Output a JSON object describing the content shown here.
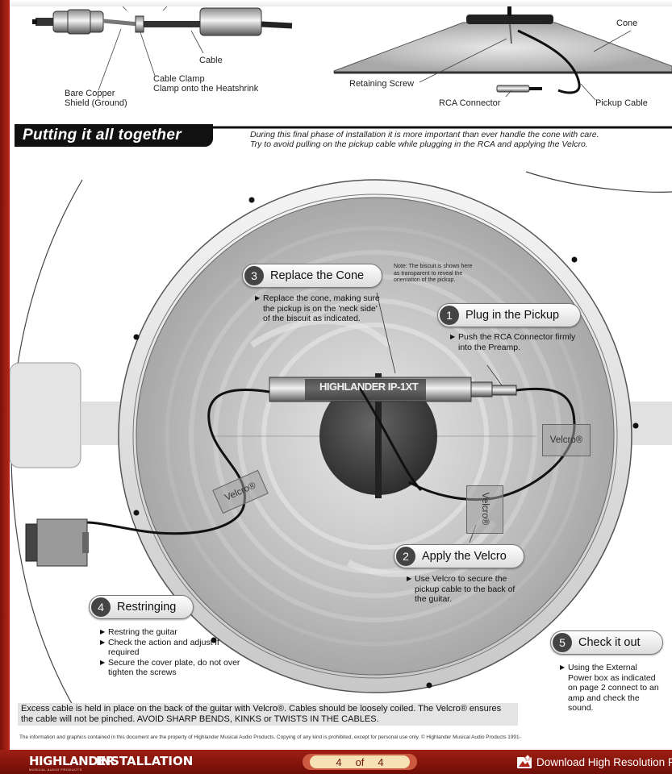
{
  "top_labels": {
    "cable": "Cable",
    "cable_clamp_1": "Cable Clamp",
    "cable_clamp_2": "Clamp onto the Heatshrink",
    "bare_copper_1": "Bare Copper",
    "bare_copper_2": "Shield (Ground)",
    "cone": "Cone",
    "retaining_screw": "Retaining Screw",
    "rca_connector": "RCA Connector",
    "pickup_cable": "Pickup Cable"
  },
  "section": {
    "title": "Putting it all together",
    "intro_1": "During this final phase of installation it is more important than ever handle the cone with care.",
    "intro_2": "Try to avoid pulling on the pickup cable while plugging in the RCA and applying the Velcro."
  },
  "note": {
    "line_1": "Note: The biscuit is shown here",
    "line_2": "as transparent to reveal the",
    "line_3": "orientation of the pickup."
  },
  "pickup_label": "HIGHLANDER IP-1XT",
  "steps": [
    {
      "num": "1",
      "title": "Plug in the Pickup",
      "bullets": [
        "Push the RCA Connector firmly into the Preamp."
      ]
    },
    {
      "num": "2",
      "title": "Apply the Velcro",
      "bullets": [
        "Use Velcro to secure the pickup cable to the back of the guitar."
      ]
    },
    {
      "num": "3",
      "title": "Replace the Cone",
      "bullets": [
        "Replace the cone, making sure the pickup is on the 'neck side' of the biscuit as indicated."
      ]
    },
    {
      "num": "4",
      "title": "Restringing",
      "bullets": [
        "Restring the guitar",
        "Check the action and adjust if required",
        "Secure the cover plate, do not over tighten the screws"
      ]
    },
    {
      "num": "5",
      "title": "Check it out",
      "bullets": [
        "Using the External Power box as indicated on page 2 connect to an amp and check the sound."
      ]
    }
  ],
  "velcro_label": "Velcro®",
  "bottom_note": "Excess cable is held in place on the back of the guitar with Velcro®. Cables should be loosely coiled. The Velcro® ensures the cable will not be pinched. AVOID SHARP BENDS, KINKS or TWISTS IN THE CABLES.",
  "footer": "The information and graphics contained in this document are the property of Highlander Musical Audio Products. Copying of any kind is prohibited, except for personal use only.  © Highlander Musical Audio Products 1991-",
  "bottombar": {
    "brand": "HIGHLANDER",
    "brand_sub": "MUSICAL AUDIO PRODUCTS",
    "section": "INSTALLATION",
    "page_current": "4",
    "page_of": "of",
    "page_total": "4",
    "download": "Download High Resolution PDF"
  },
  "colors": {
    "frame_red": "#9e1f14",
    "pager_bg": "#f6e1b5"
  }
}
